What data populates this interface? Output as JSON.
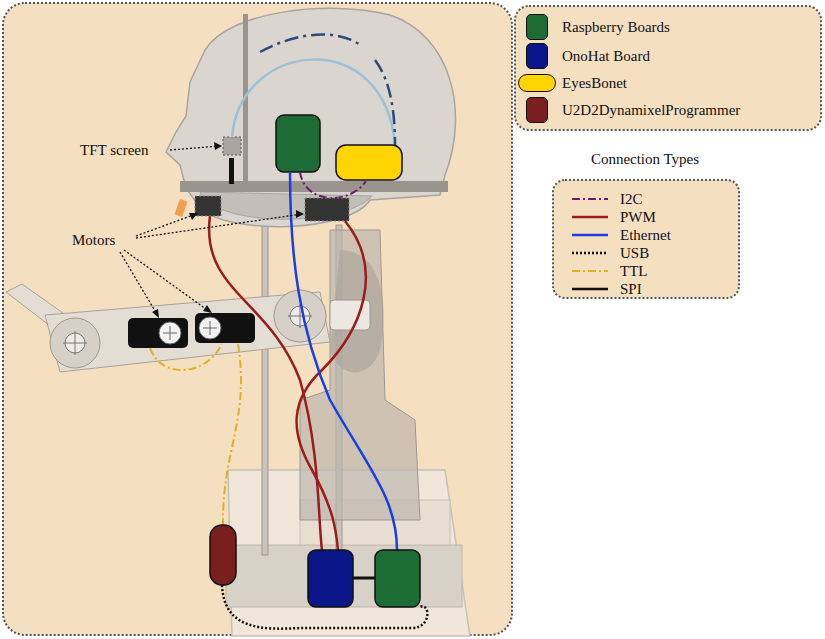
{
  "diagram": {
    "labels": [
      "TFT screen",
      "Motors",
      "Connection Types"
    ],
    "legend": [
      {
        "text": "Raspberry Boards",
        "color": "#1d6b35"
      },
      {
        "text": "OnoHat Board",
        "color": "#0b1689"
      },
      {
        "text": "EyesBonet",
        "color": "#ffd400"
      },
      {
        "text": "U2D2DynamixelProgrammer",
        "color": "#7a1f1f"
      },
      {
        "text": "I2C"
      },
      {
        "text": "PWM"
      },
      {
        "text": "Ethernet"
      },
      {
        "text": "USB"
      },
      {
        "text": "TTL"
      },
      {
        "text": "SPI"
      }
    ]
  }
}
